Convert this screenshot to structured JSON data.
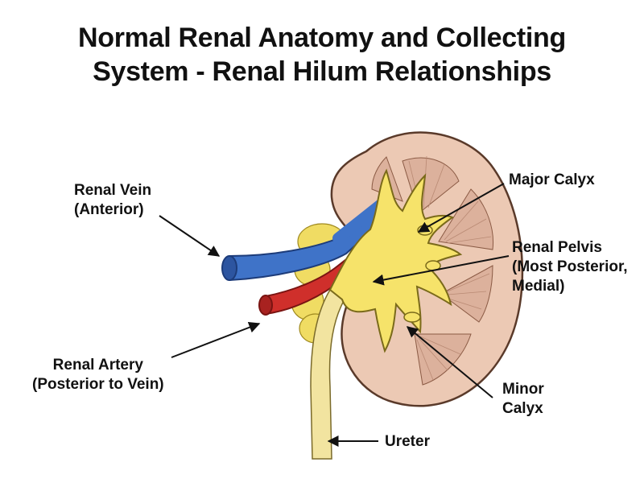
{
  "title": {
    "line1": "Normal Renal Anatomy and Collecting",
    "line2": "System - Renal Hilum Relationships"
  },
  "labels": {
    "renal_vein": [
      "Renal Vein",
      "(Anterior)"
    ],
    "renal_artery": [
      "Renal Artery",
      "(Posterior to Vein)"
    ],
    "major_calyx": [
      "Major Calyx"
    ],
    "renal_pelvis": [
      "Renal Pelvis",
      "(Most Posterior,",
      "Medial)"
    ],
    "minor_calyx": [
      "Minor",
      "Calyx"
    ],
    "ureter": [
      "Ureter"
    ]
  },
  "colors": {
    "cortex": "#ecc9b4",
    "medulla": "#dcb19c",
    "collecting_system": "#f6e36a",
    "fat": "#f0dc63",
    "vein": "#3f73c8",
    "artery": "#cf2f2b",
    "ureter": "#f2e4a0"
  }
}
